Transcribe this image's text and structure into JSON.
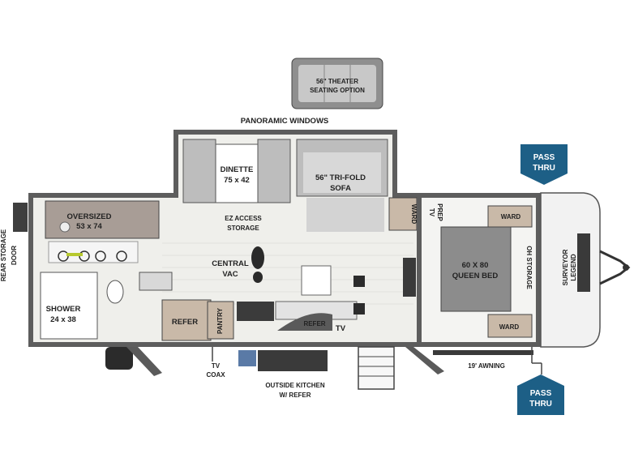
{
  "labels": {
    "theater_seating": [
      "56\" THEATER",
      "SEATING OPTION"
    ],
    "panoramic_windows": "PANORAMIC WINDOWS",
    "dinette": [
      "DINETTE",
      "75 x 42"
    ],
    "trifold_sofa": [
      "56\" TRI-FOLD",
      "SOFA"
    ],
    "ez_access": [
      "EZ ACCESS",
      "STORAGE"
    ],
    "oversized": [
      "OVERSIZED",
      "53 x 74"
    ],
    "rear_storage_door": [
      "REAR STORAGE",
      "DOOR"
    ],
    "central_vac": [
      "CENTRAL",
      "VAC"
    ],
    "shower": [
      "SHOWER",
      "24 x 38"
    ],
    "refer_main": "REFER",
    "pantry": "PANTRY",
    "refer_island": "REFER",
    "tv_kitchen": "TV",
    "tv_coax": [
      "TV",
      "COAX"
    ],
    "outside_kitchen": [
      "OUTSIDE KITCHEN",
      "W/ REFER"
    ],
    "ward_front": "WARD",
    "tv_prep": [
      "TV",
      "PREP"
    ],
    "ward_top": "WARD",
    "ward_bottom": "WARD",
    "queen_bed": [
      "60 X 80",
      "QUEEN BED"
    ],
    "oh_storage": "OH STORAGE",
    "awning": "19' AWNING",
    "brand": [
      "SURVEYOR",
      "LEGEND"
    ]
  },
  "badges": {
    "pass_thru_top": [
      "PASS",
      "THRU"
    ],
    "pass_thru_bottom": [
      "PASS",
      "THRU"
    ]
  },
  "colors": {
    "badge": "#1d5f86",
    "wall": "#5d5d5d",
    "floor": "#efefeb",
    "cabinet": "#c9b9a8"
  }
}
